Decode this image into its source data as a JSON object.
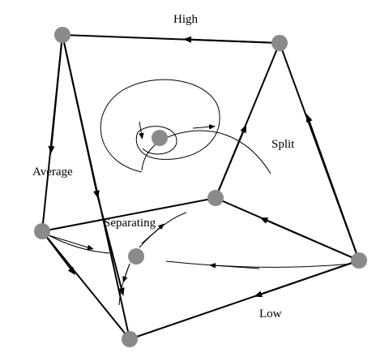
{
  "labels": {
    "high": "High",
    "split": "Split",
    "average": "Average",
    "separating": "Separating",
    "low": "Low"
  },
  "colors": {
    "node": "#8a8a8a",
    "line": "#000000",
    "background": "#ffffff"
  }
}
